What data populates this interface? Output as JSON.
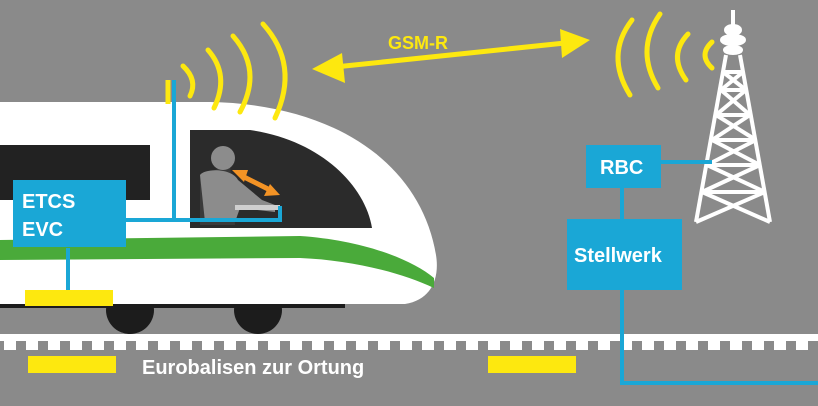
{
  "labels": {
    "gsm_r": "GSM-R",
    "etcs_line1": "ETCS",
    "etcs_line2": "EVC",
    "rbc": "RBC",
    "stellwerk": "Stellwerk",
    "eurobalisen": "Eurobalisen zur Ortung"
  },
  "colors": {
    "background": "#8a8a8a",
    "signal_yellow": "#fde80f",
    "box_cyan": "#1aa7d6",
    "train_white": "#ffffff",
    "train_green": "#4aaa3a",
    "window_black": "#222222",
    "wheel_black": "#1c1c1c",
    "track_white": "#ffffff",
    "driver_grey": "#8c8c8c",
    "arrow_orange": "#f39325"
  },
  "icons": [
    "radio-waves-icon",
    "double-arrow-icon",
    "radio-tower-icon",
    "train-driver-icon",
    "eurobalise-icon"
  ]
}
